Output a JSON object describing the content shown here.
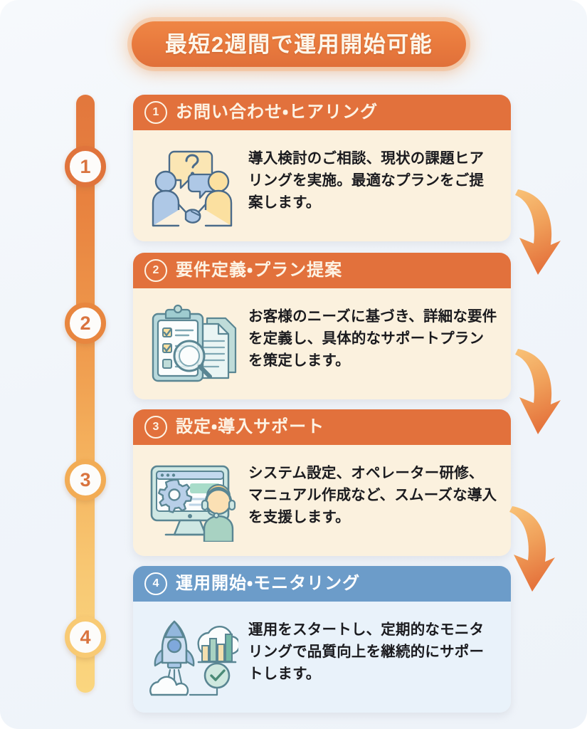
{
  "banner": {
    "title": "最短2週間で運用開始可能"
  },
  "timeline": {
    "markers": [
      {
        "number": "1"
      },
      {
        "number": "2"
      },
      {
        "number": "3"
      },
      {
        "number": "4"
      }
    ]
  },
  "steps": [
    {
      "number": "1",
      "title": "お問い合わせ・ヒアリング",
      "description": "導入検討のご相談、現状の課題ヒアリングを実施。最適なプランをご提案します。",
      "icon": "handshake-consultation-icon",
      "accent": "#e2713c",
      "body_color": "#fbf1de"
    },
    {
      "number": "2",
      "title": "要件定義・プラン提案",
      "description": "お客様のニーズに基づき、詳細な要件を定義し、具体的なサポートプランを策定します。",
      "icon": "clipboard-checklist-magnifier-icon",
      "accent": "#e2713c",
      "body_color": "#fbf1de"
    },
    {
      "number": "3",
      "title": "設定・導入サポート",
      "description": "システム設定、オペレーター研修、マニュアル作成など、スムーズな導入を支援します。",
      "icon": "monitor-gear-support-agent-icon",
      "accent": "#e2713c",
      "body_color": "#fbf1de"
    },
    {
      "number": "4",
      "title": "運用開始・モニタリング",
      "description": "運用をスタートし、定期的なモニタリングで品質向上を継続的にサポートします。",
      "icon": "rocket-cloud-chart-check-icon",
      "accent": "#6c9cc9",
      "body_color": "#e9f2fa"
    }
  ],
  "arrows": [
    {
      "name": "flow-arrow-1-to-2"
    },
    {
      "name": "flow-arrow-2-to-3"
    },
    {
      "name": "flow-arrow-3-to-4"
    }
  ],
  "colors": {
    "background": "#f1f5fa",
    "orange_accent": "#e2713c",
    "orange_banner": "#e8793d",
    "blue_accent": "#6c9cc9",
    "cream_body": "#fbf1de",
    "light_blue_body": "#e9f2fa",
    "timeline_top": "#e2773d",
    "timeline_bottom": "#fad67f"
  }
}
